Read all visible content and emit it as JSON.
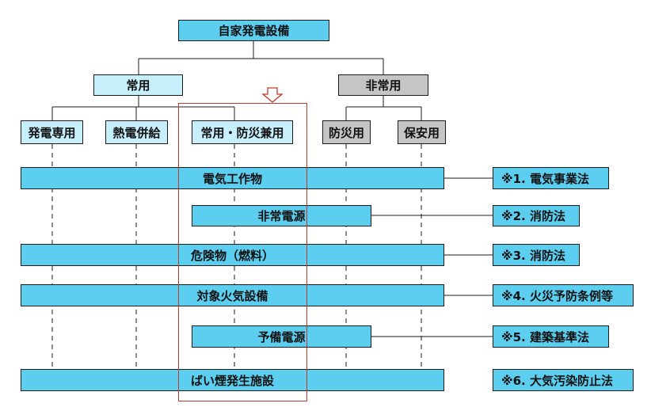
{
  "colors": {
    "blue": "#5ccff0",
    "light_blue": "#c6eefb",
    "gray": "#c5c5c5",
    "highlight": "#c0392b",
    "line": "#1b1b1b"
  },
  "root": "自家発電設備",
  "categories": {
    "regular": "常用",
    "emergency": "非常用"
  },
  "subcategories": {
    "dedicated": "発電専用",
    "cogeneration": "熱電併給",
    "dual": "常用・防災兼用",
    "disaster": "防災用",
    "security": "保安用"
  },
  "bars": {
    "electrical_works": "電気工作物",
    "emergency_power": "非常電源",
    "hazardous": "危険物（燃料）",
    "fire_equipment": "対象火気設備",
    "standby_power": "予備電源",
    "smoke_facility": "ばい煙発生施設"
  },
  "laws": {
    "law1": "※1. 電気事業法",
    "law2": "※2. 消防法",
    "law3": "※3. 消防法",
    "law4": "※4. 火災予防条例等",
    "law5": "※5. 建築基準法",
    "law6": "※6. 大気汚染防止法"
  },
  "icons": {
    "highlight_arrow": "down-arrow-outline-icon"
  }
}
